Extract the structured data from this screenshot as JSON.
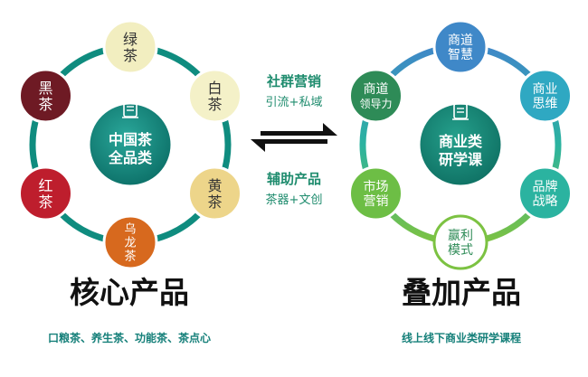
{
  "left": {
    "center_lines": [
      "中国茶",
      "全品类"
    ],
    "satellites": [
      {
        "lines": [
          "绿",
          "茶"
        ],
        "fill": "#F2EEC0",
        "text_color": "#333333"
      },
      {
        "lines": [
          "白",
          "茶"
        ],
        "fill": "#F4F1C8",
        "text_color": "#333333"
      },
      {
        "lines": [
          "黄",
          "茶"
        ],
        "fill": "#EDD58A",
        "text_color": "#333333"
      },
      {
        "lines": [
          "乌",
          "龙",
          "茶"
        ],
        "fill": "#D7691E",
        "text_color": "#ffffff"
      },
      {
        "lines": [
          "红",
          "茶"
        ],
        "fill": "#BE1E2D",
        "text_color": "#ffffff"
      },
      {
        "lines": [
          "黑",
          "茶"
        ],
        "fill": "#6E1A24",
        "text_color": "#ffffff"
      }
    ],
    "title": "核心产品",
    "subtitle": "口粮茶、养生茶、功能茶、茶点心"
  },
  "middle": {
    "top_label": "社群营销",
    "top_sub": "引流+私域",
    "bottom_label": "辅助产品",
    "bottom_sub": "茶器+文创"
  },
  "right": {
    "center_lines": [
      "商业类",
      "研学课"
    ],
    "satellites": [
      {
        "lines": [
          "商道",
          "智慧"
        ],
        "fill": "#3F88C8",
        "text_color": "#ffffff",
        "border": "#ffffff"
      },
      {
        "lines": [
          "商业",
          "思维"
        ],
        "fill": "#2FA8C2",
        "text_color": "#ffffff",
        "border": "#ffffff"
      },
      {
        "lines": [
          "品牌",
          "战略"
        ],
        "fill": "#2BB3A0",
        "text_color": "#ffffff",
        "border": "#ffffff"
      },
      {
        "lines": [
          "赢利",
          "模式"
        ],
        "fill": "#ffffff",
        "text_color": "#2E8B57",
        "border": "#7CC242"
      },
      {
        "lines": [
          "市场",
          "营销"
        ],
        "fill": "#6DBE45",
        "text_color": "#ffffff",
        "border": "#ffffff"
      },
      {
        "lines": [
          "商道",
          "领导力"
        ],
        "fill": "#2E8B57",
        "text_color": "#ffffff",
        "border": "#ffffff"
      }
    ],
    "title": "叠加产品",
    "subtitle": "线上线下商业类研学课程"
  },
  "colors": {
    "teal": "#16807A",
    "ring_left": "#0F8C7F",
    "ring_right_top": "#3F88C8",
    "ring_right_bottom": "#7CC242",
    "mid_label": "#1F8C6E",
    "title": "#111111"
  }
}
